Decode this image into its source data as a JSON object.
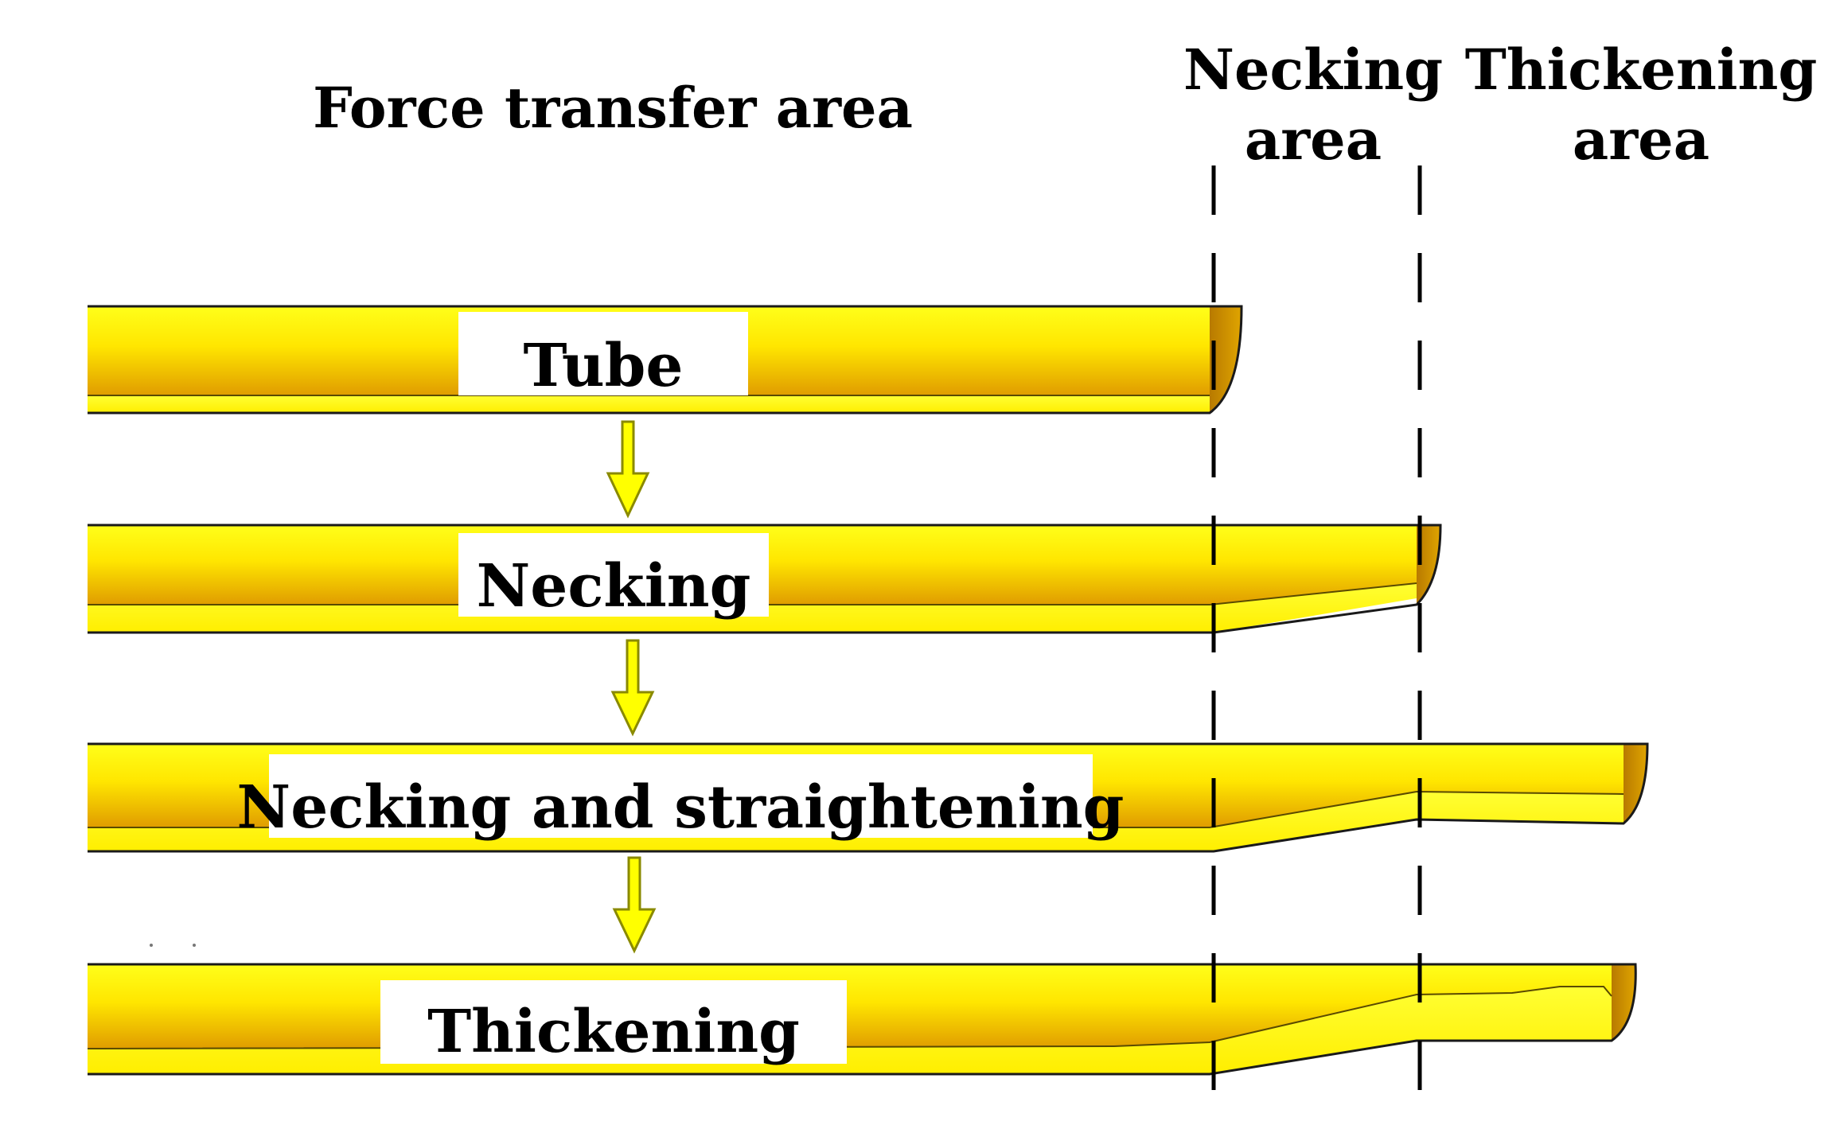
{
  "headers": {
    "force_transfer": "Force transfer area",
    "necking_line1": "Necking",
    "necking_line2": "area",
    "thickening_line1": "Thickening",
    "thickening_line2": "area"
  },
  "stages": [
    {
      "label": "Tube"
    },
    {
      "label": "Necking"
    },
    {
      "label": "Necking and straightening"
    },
    {
      "label": "Thickening"
    }
  ],
  "colors": {
    "tube_light": "#ffff00",
    "tube_mid": "#ffe600",
    "tube_dark": "#e3a100",
    "end_face": "#c8890a",
    "arrow_fill": "#ffff00",
    "arrow_stroke": "#8a8a00"
  }
}
